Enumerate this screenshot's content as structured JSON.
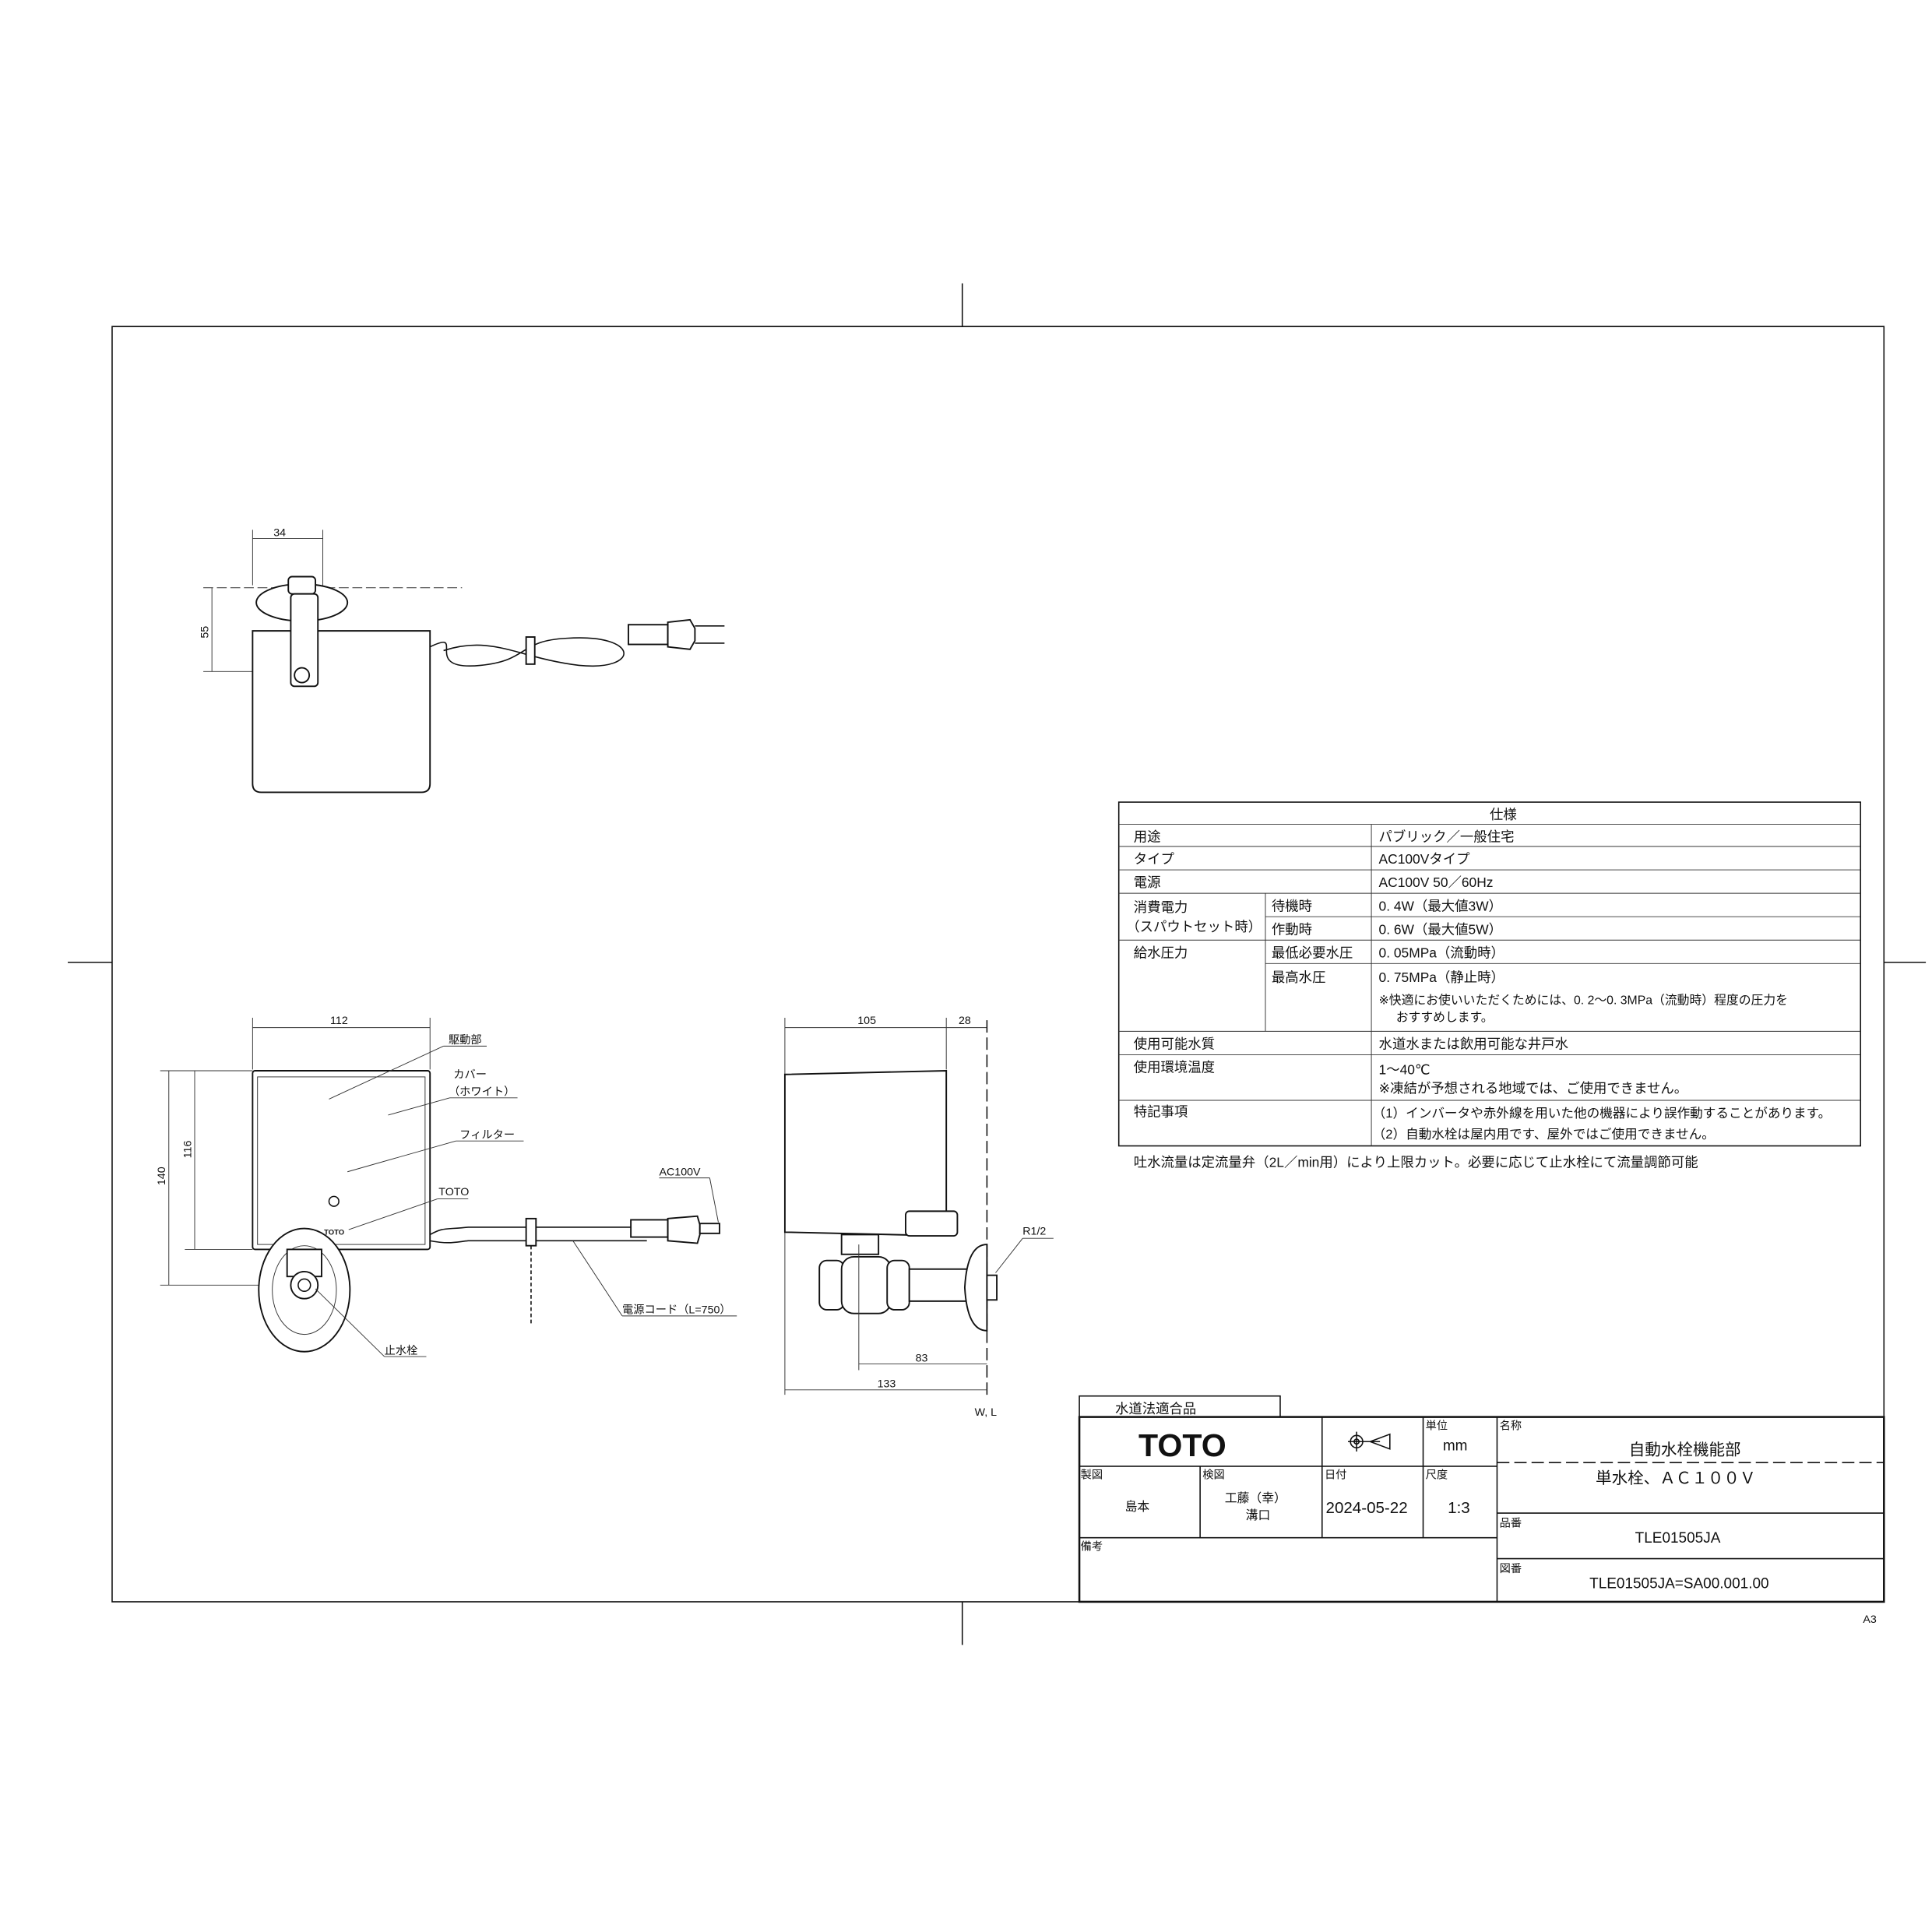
{
  "spec": {
    "title": "仕様",
    "usage_label": "用途",
    "usage_value": "パブリック／一般住宅",
    "type_label": "タイプ",
    "type_value": "AC100Vタイプ",
    "power_label": "電源",
    "power_value": "AC100V  50／60Hz",
    "consumption_label": "消費電力",
    "consumption_sub": "（スパウトセット時）",
    "standby_label": "待機時",
    "standby_value": "0. 4W（最大値3W）",
    "operating_label": "作動時",
    "operating_value": "0. 6W（最大値5W）",
    "pressure_label": "給水圧力",
    "min_label": "最低必要水圧",
    "min_value": "0. 05MPa（流動時）",
    "max_label": "最高水圧",
    "max_value": "0. 75MPa（静止時）",
    "max_note_1": "※快適にお使いいただくためには、0. 2～0. 3MPa（流動時）程度の圧力を",
    "max_note_2": "おすすめします。",
    "quality_label": "使用可能水質",
    "quality_value": "水道水または飲用可能な井戸水",
    "temp_label": "使用環境温度",
    "temp_value": "1～40℃",
    "temp_note": "※凍結が予想される地域では、ご使用できません。",
    "notes_label": "特記事項",
    "note_1": "（1）インバータや赤外線を用いた他の機器により誤作動することがあります。",
    "note_2": "（2）自動水栓は屋内用です、屋外ではご使用できません。",
    "footnote": "吐水流量は定流量弁（2L／min用）により上限カット。必要に応じて止水栓にて流量調節可能"
  },
  "drawing": {
    "top_view": {
      "dim_width": "34",
      "dim_height": "55"
    },
    "front_view": {
      "dim_width": "112",
      "dim_body_height": "116",
      "dim_total_height": "140",
      "label_drive": "駆動部",
      "label_cover": "カバー",
      "label_cover_color": "（ホワイト）",
      "label_filter": "フィルター",
      "label_logo": "TOTO",
      "label_ac": "AC100V",
      "label_cord": "電源コード（L=750）",
      "label_stop_valve": "止水栓",
      "logo_mark": "TOTO"
    },
    "side_view": {
      "dim_body": "105",
      "dim_offset": "28",
      "dim_center": "83",
      "dim_total": "133",
      "label_thread": "R1/2",
      "label_wall": "W, L"
    }
  },
  "title_block": {
    "compliance": "水道法適合品",
    "brand": "TOTO",
    "unit_label": "単位",
    "unit_value": "mm",
    "name_label": "名称",
    "name_line1": "自動水栓機能部",
    "name_line2": "単水栓、ＡＣ１００Ｖ",
    "drawn_label": "製図",
    "drawn_value": "島本",
    "checked_label": "検図",
    "checked_value_1": "工藤（幸）",
    "checked_value_2": "溝口",
    "date_label": "日付",
    "date_value": "2024-05-22",
    "scale_label": "尺度",
    "scale_value": "1:3",
    "part_label": "品番",
    "part_value": "TLE01505JA",
    "drawing_label": "図番",
    "drawing_value": "TLE01505JA=SA00.001.00",
    "remarks_label": "備考",
    "paper_size": "A3"
  }
}
